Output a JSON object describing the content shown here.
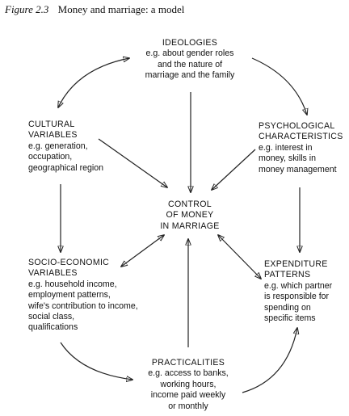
{
  "figure": {
    "number": "Figure 2.3",
    "title": "Money and marriage: a model"
  },
  "nodes": {
    "ideologies": {
      "title": "IDEOLOGIES",
      "detail": [
        "e.g. about gender roles",
        "and the nature of",
        "marriage and the family"
      ]
    },
    "cultural": {
      "title": [
        "CULTURAL",
        "VARIABLES"
      ],
      "detail": [
        "e.g. generation,",
        "occupation,",
        "geographical region"
      ]
    },
    "psychological": {
      "title": [
        "PSYCHOLOGICAL",
        "CHARACTERISTICS"
      ],
      "detail": [
        "e.g. interest in",
        "money, skills in",
        "money management"
      ]
    },
    "control": {
      "title": [
        "CONTROL",
        "OF MONEY",
        "IN MARRIAGE"
      ]
    },
    "socio_economic": {
      "title": [
        "SOCIO-ECONOMIC",
        "VARIABLES"
      ],
      "detail": [
        "e.g. household income,",
        "employment patterns,",
        "wife's contribution to income,",
        "social class,",
        "qualifications"
      ]
    },
    "expenditure": {
      "title": [
        "EXPENDITURE",
        "PATTERNS"
      ],
      "detail": [
        "e.g. which partner",
        "is responsible for",
        "spending on",
        "specific items"
      ]
    },
    "practicalities": {
      "title": "PRACTICALITIES",
      "detail": [
        "e.g. access to banks,",
        "working hours,",
        "income paid weekly",
        "or monthly"
      ]
    }
  }
}
